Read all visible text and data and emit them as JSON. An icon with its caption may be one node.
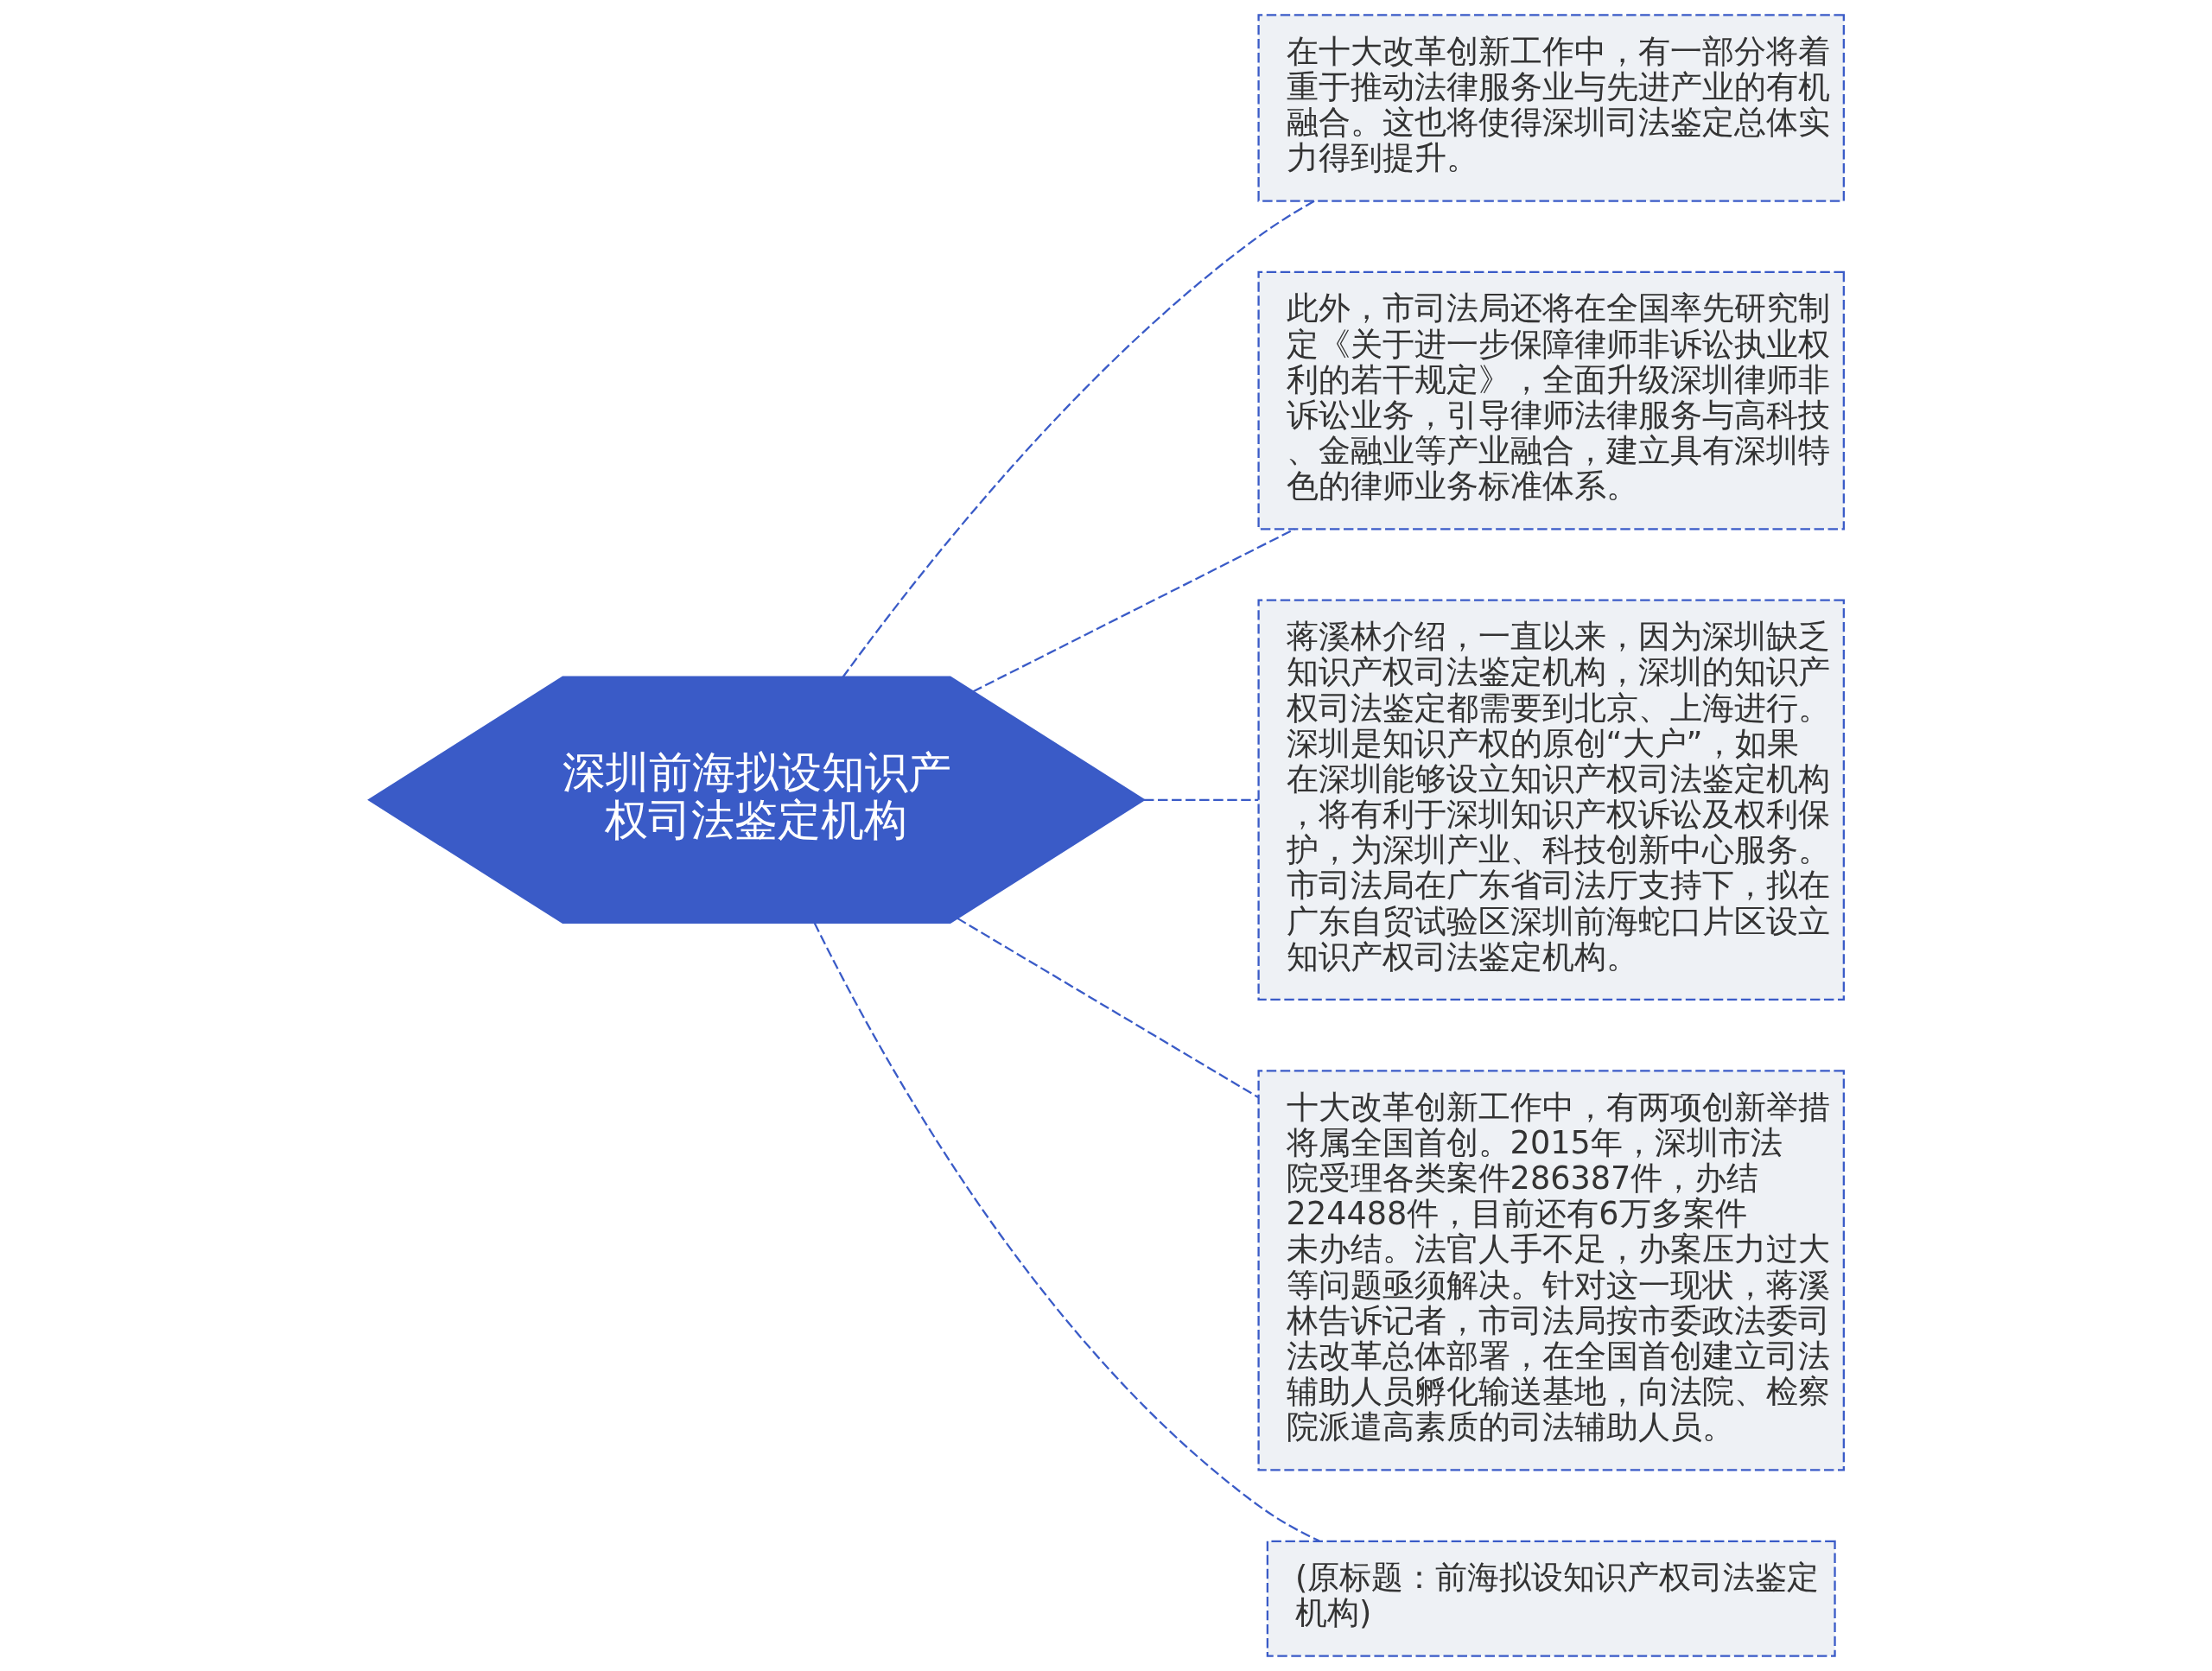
{
  "diagram": {
    "nodes": [
      {
        "text": [
          "深圳前海拟设知识产权司法鉴定机构"
        ]
      },
      {
        "text": [
          "在十大改革创新工作中，有一部分将着重于推动法律服务业与先进产业的有机融合。这也将使得深圳司法鉴定总体实力得到提升。"
        ]
      },
      {
        "text": [
          "此外，市司法局还将在全国率先研究制定《关于进一步保障律师非诉讼执业权利的若干规定》，全面升级深圳律师非诉讼业务，引导律师法律服务与高科技、金融业等产业融合，建立具有深圳特色的律师业务标准体系。"
        ]
      },
      {
        "text": [
          "蒋溪林介绍，一直以来，因为深圳缺乏知识产权司法鉴定机构，深圳的知识产权司法鉴定都需要到北京、上海进行。深圳是知识产权的原创“大户”，如果在深圳能够设立知识产权司法鉴定机构，将有利于深圳知识产权诉讼及权利保护，为深圳产业、科技创新中心服务。市司法局在广东省司法厅支持下，拟在广东自贸试验区深圳前海蛇口片区设立知识产权司法鉴定机构。"
        ]
      },
      {
        "text": [
          "十大改革创新工作中，有两项创新举措将属全国首创。2015年，深圳市法院受理各类案件286387件，办结224488件，目前还有6万多案件未办结。法官人手不足，办案压力过大等问题亟须解决。针对这一现状，蒋溪林告诉记者，市司法局按市委政法委司法改革总体部署，在全国首创建立司法辅助人员孵化输送基地，向法院、检察院派遣高素质的司法辅助人员。"
        ]
      },
      {
        "text": [
          "(原标题：前海拟设知识产权司法鉴定机构)"
        ]
      }
    ],
    "edges": [
      {
        "from": 0,
        "to": 1,
        "arrow": "none",
        "style": "dashed"
      },
      {
        "from": 0,
        "to": 2,
        "arrow": "none",
        "style": "dashed"
      },
      {
        "from": 0,
        "to": 3,
        "arrow": "none",
        "style": "dashed"
      },
      {
        "from": 0,
        "to": 4,
        "arrow": "none",
        "style": "dashed"
      },
      {
        "from": 0,
        "to": 5,
        "arrow": "none",
        "style": "dashed"
      }
    ]
  }
}
